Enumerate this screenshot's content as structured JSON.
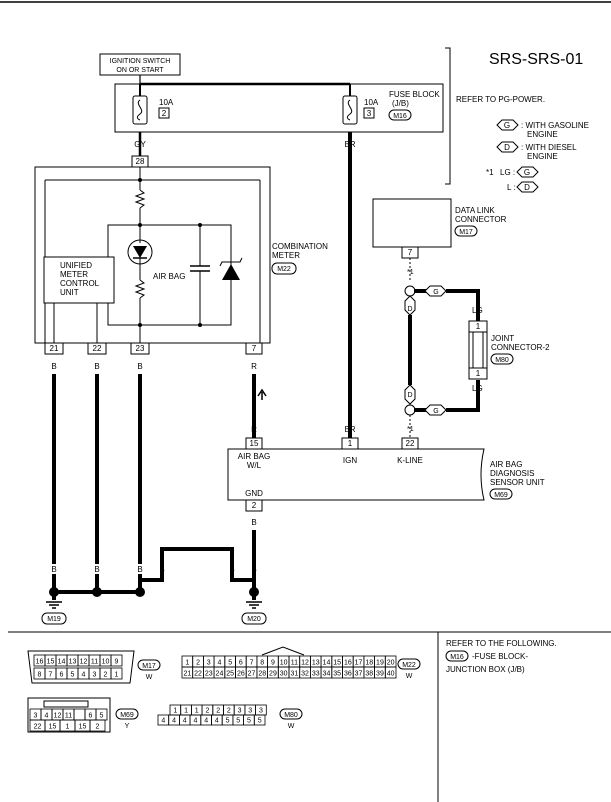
{
  "title": "SRS-SRS-01",
  "ignition_switch": {
    "line1": "IGNITION SWITCH",
    "line2": "ON OR START"
  },
  "fuse_block": {
    "label1": "FUSE BLOCK",
    "label2": "(J/B)",
    "connector": "M16",
    "fuses": [
      {
        "rating": "10A",
        "number": "2"
      },
      {
        "rating": "10A",
        "number": "3"
      }
    ]
  },
  "refer_pg_power": "REFER TO PG-POWER.",
  "legend": {
    "g_symbol": "G",
    "g_line1": ": WITH GASOLINE",
    "g_line2": "ENGINE",
    "d_symbol": "D",
    "d_line1": ": WITH DIESEL",
    "d_line2": "ENGINE",
    "star_label": "*1",
    "lg_text": "LG :",
    "l_text": "L :"
  },
  "wire_colors": {
    "gy": "GY",
    "br": "BR",
    "r": "R",
    "b": "B",
    "lg": "LG"
  },
  "pins": {
    "p28": "28",
    "p21": "21",
    "p22": "22",
    "p23": "23",
    "p7": "7",
    "p15": "15",
    "p1": "1",
    "p22b": "22",
    "p2": "2",
    "p7dlc": "7",
    "p1a": "1",
    "p1b": "1"
  },
  "combination_meter": {
    "label1": "COMBINATION",
    "label2": "METER",
    "connector": "M22"
  },
  "unified_meter": {
    "line1": "UNIFIED",
    "line2": "METER",
    "line3": "CONTROL",
    "line4": "UNIT"
  },
  "air_bag_label": "AIR BAG",
  "data_link": {
    "label1": "DATA LINK",
    "label2": "CONNECTOR",
    "connector": "M17"
  },
  "joint_connector": {
    "label": "JOINT",
    "label2": "CONNECTOR-2",
    "connector": "M80"
  },
  "sensor_unit": {
    "label1": "AIR BAG",
    "label2": "DIAGNOSIS",
    "label3": "SENSOR UNIT",
    "connector": "M69",
    "pin_airbag1": "AIR BAG",
    "pin_airbag2": "W/L",
    "pin_ign": "IGN",
    "pin_kline": "K-LINE",
    "pin_gnd": "GND"
  },
  "grounds": {
    "m19": "M19",
    "m20": "M20"
  },
  "refer_following": {
    "line1": "REFER TO THE FOLLOWING.",
    "conn": "M16",
    "line2": "-FUSE BLOCK-",
    "line3": "JUNCTION BOX (J/B)"
  },
  "connector_views": {
    "m17": {
      "id": "M17",
      "color": "W",
      "row1": [
        "16",
        "15",
        "14",
        "13",
        "12",
        "11",
        "10",
        "9"
      ],
      "row2": [
        "8",
        "7",
        "6",
        "5",
        "4",
        "3",
        "2",
        "1"
      ]
    },
    "m22": {
      "id": "M22",
      "color": "W",
      "row1": [
        "1",
        "2",
        "3",
        "4",
        "5",
        "6",
        "7",
        "8",
        "9",
        "10",
        "11",
        "12",
        "13",
        "14",
        "15",
        "16",
        "17",
        "18",
        "19",
        "20"
      ],
      "row2": [
        "21",
        "22",
        "23",
        "24",
        "25",
        "26",
        "27",
        "28",
        "29",
        "30",
        "31",
        "32",
        "33",
        "34",
        "35",
        "36",
        "37",
        "38",
        "39",
        "40"
      ]
    },
    "m69": {
      "id": "M69",
      "color": "Y",
      "row1": [
        "3",
        "4",
        "12",
        "11",
        "",
        "6",
        "5"
      ],
      "row2": [
        "22",
        "15",
        "1",
        "15",
        "2"
      ]
    },
    "m80": {
      "id": "M80",
      "color": "W",
      "row1": [
        "1",
        "1",
        "1",
        "2",
        "2",
        "2",
        "3",
        "3",
        "3"
      ],
      "row2": [
        "4",
        "4",
        "4",
        "4",
        "4",
        "4",
        "5",
        "5",
        "5",
        "5"
      ]
    }
  }
}
